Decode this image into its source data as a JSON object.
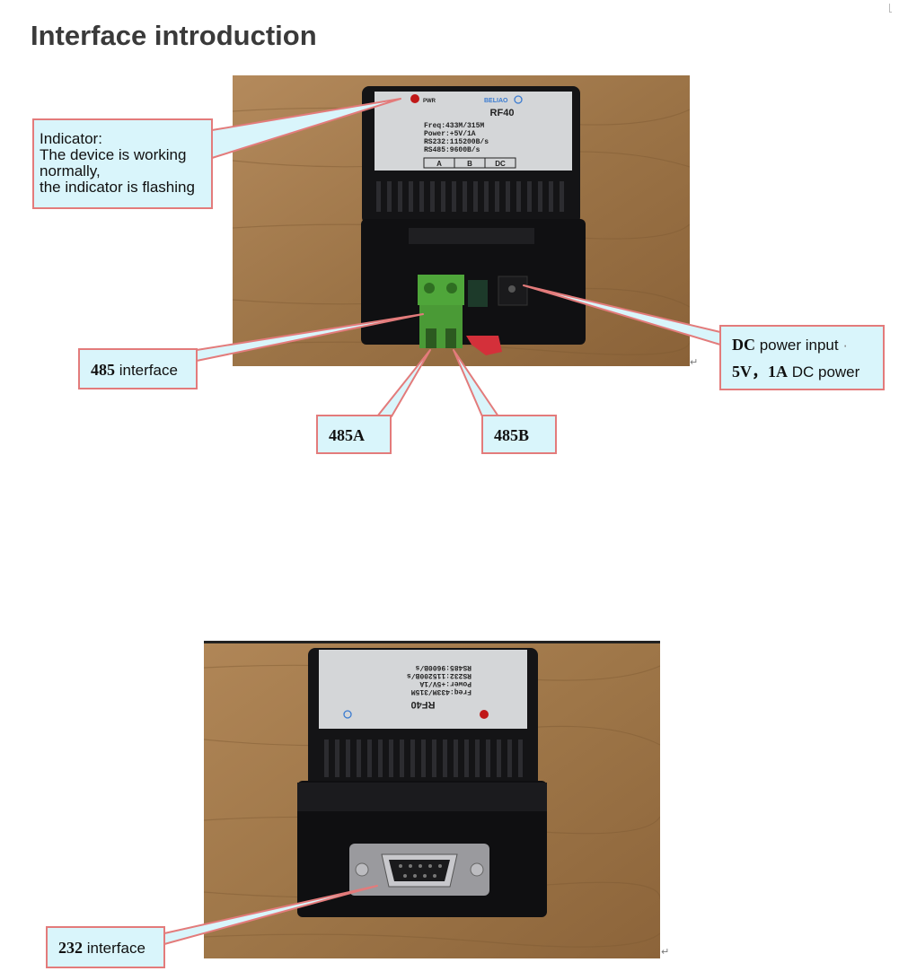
{
  "page": {
    "title": "Interface introduction",
    "return_mark": "↵"
  },
  "device": {
    "brand": "BELIAO",
    "led_label": "PWR",
    "model": "RF40",
    "specs": [
      "Freq:433M/315M",
      "Power:+5V/1A",
      "RS232:115200B/s",
      "RS485:9600B/s"
    ],
    "terminals": [
      "A",
      "B",
      "DC"
    ]
  },
  "callouts": {
    "indicator": {
      "lines": [
        "Indicator:",
        "The device is working",
        "normally,",
        "the indicator is flashing"
      ]
    },
    "rs485": {
      "num": "485",
      "label": " interface"
    },
    "rs485a": {
      "label": "485A"
    },
    "rs485b": {
      "label": "485B"
    },
    "dc_power": {
      "line1_bold": "DC",
      "line1_rest": " power input ",
      "line1_tick": "·",
      "line2_bold": "5V，1A",
      "line2_rest": " DC power"
    },
    "rs232": {
      "num": "232",
      "label": " interface"
    }
  },
  "colors": {
    "callout_bg": "#d9f5fb",
    "callout_border": "#e37b7b",
    "device_body": "#141416",
    "terminal_green": "#4fa63a",
    "desk_wood": "#a27a4e"
  }
}
